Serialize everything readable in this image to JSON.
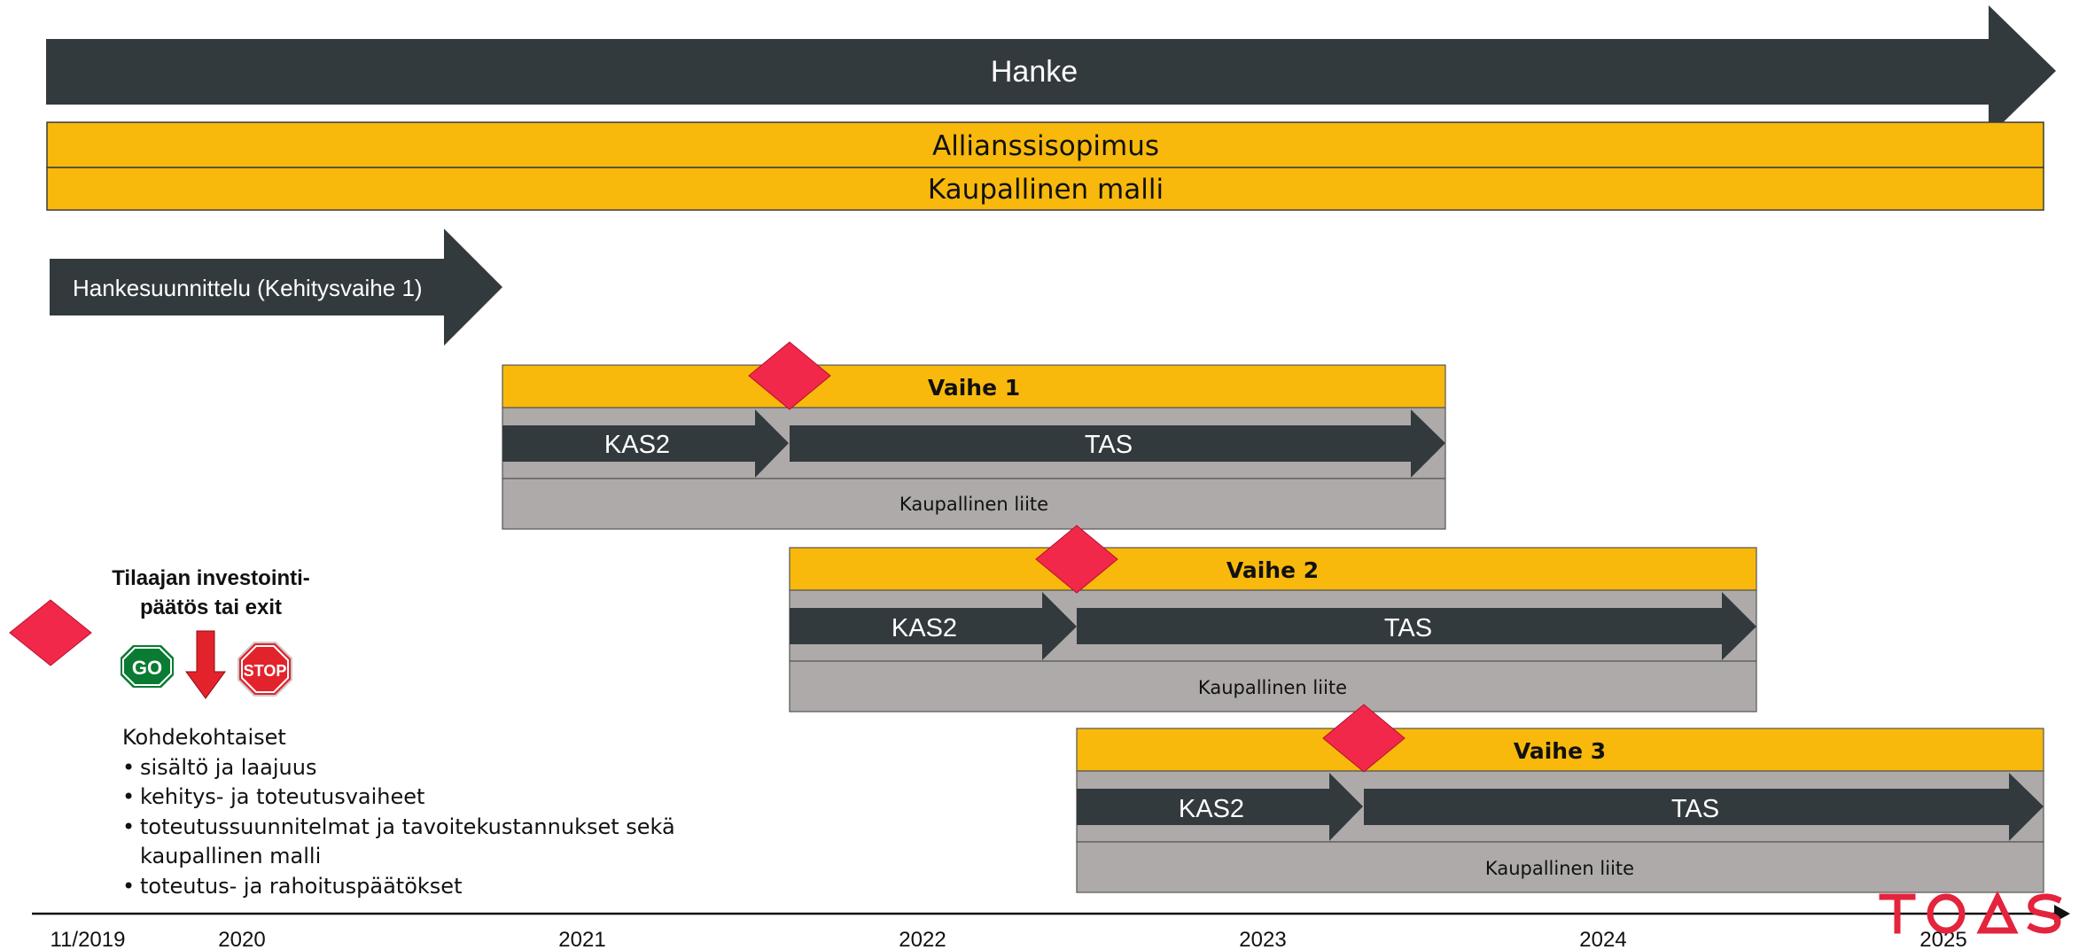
{
  "hanke": {
    "label": "Hanke"
  },
  "bands": {
    "alliance": "Allianssisopimus",
    "commercial": "Kaupallinen malli"
  },
  "planning": {
    "label": "Hankesuunnittelu (Kehitysvaihe 1)"
  },
  "phases": [
    {
      "title": "Vaihe 1",
      "kas": "KAS2",
      "tas": "TAS",
      "liite": "Kaupallinen liite"
    },
    {
      "title": "Vaihe 2",
      "kas": "KAS2",
      "tas": "TAS",
      "liite": "Kaupallinen liite"
    },
    {
      "title": "Vaihe 3",
      "kas": "KAS2",
      "tas": "TAS",
      "liite": "Kaupallinen liite"
    }
  ],
  "legend": {
    "title_line1": "Tilaajan investointi-",
    "title_line2": "päätös tai exit",
    "go": "GO",
    "stop": "STOP"
  },
  "criteria": {
    "heading": "Kohdekohtaiset",
    "items": [
      "sisältö ja laajuus",
      "kehitys- ja toteutusvaiheet",
      "toteutussuunnitelmat ja tavoitekustannukset sekä",
      "kaupallinen malli",
      "toteutus- ja rahoituspäätökset"
    ]
  },
  "timeline": {
    "labels": [
      "11/2019",
      "2020",
      "2021",
      "2022",
      "2023",
      "2024",
      "2025"
    ]
  },
  "logo": {
    "text": "TOAS"
  },
  "colors": {
    "dark": "#333a3e",
    "yellow": "#f8b90c",
    "grey": "#aeaaa9",
    "diamond": "#f2284a",
    "go": "#0a7b33",
    "stop": "#e3232b",
    "logo": "#e4233d"
  }
}
